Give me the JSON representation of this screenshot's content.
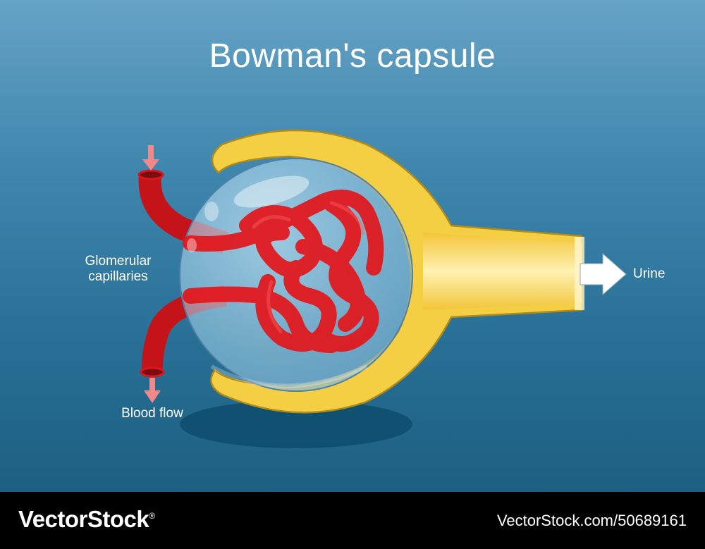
{
  "title": "Bowman's capsule",
  "labels": {
    "glomerular_capillaries": "Glomerular capillaries",
    "blood_flow": "Blood flow",
    "urine": "Urine"
  },
  "watermark": {
    "brand": "VectorStock",
    "url": "VectorStock.com/50689161"
  },
  "colors": {
    "background_top": "#66a3c6",
    "background_bottom": "#1d5f82",
    "capsule_yellow": "#f7d34a",
    "capillary_red": "#e0141a",
    "arrow_pink": "#f08a8a"
  }
}
